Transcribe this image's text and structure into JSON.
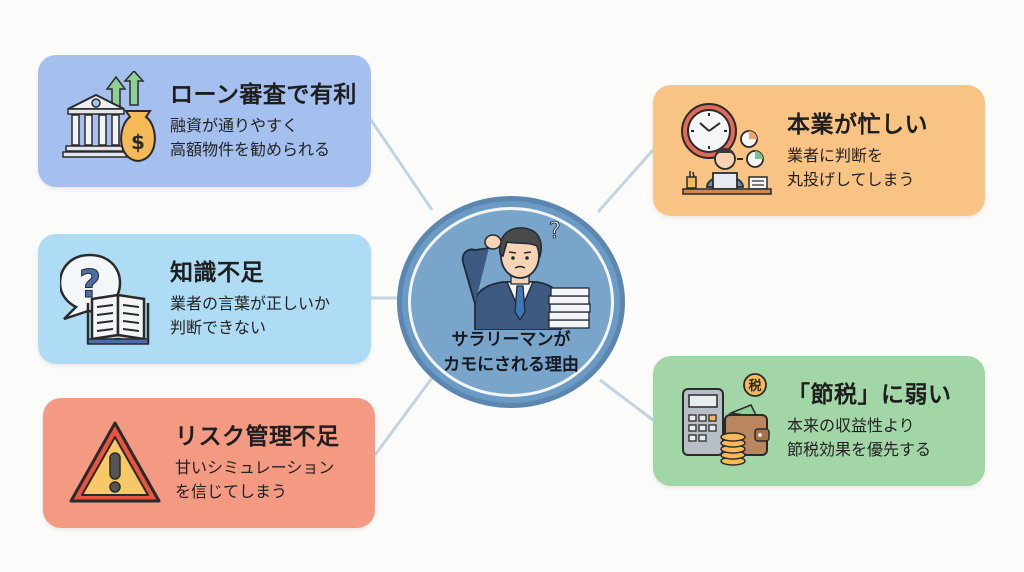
{
  "center": {
    "title_line1": "サラリーマンが",
    "title_line2": "カモにされる理由",
    "icon": "confused-businessman-icon"
  },
  "cards": [
    {
      "id": "loan",
      "title": "ローン審査で有利",
      "desc_line1": "融資が通りやすく",
      "desc_line2": "高額物件を勧められる",
      "icon": "bank-moneybag-icon",
      "color": "#a5c0ef"
    },
    {
      "id": "knowledge",
      "title": "知識不足",
      "desc_line1": "業者の言葉が正しいか",
      "desc_line2": "判断できない",
      "icon": "question-book-icon",
      "color": "#afdcf5"
    },
    {
      "id": "risk",
      "title": "リスク管理不足",
      "desc_line1": "甘いシミュレーション",
      "desc_line2": "を信じてしまう",
      "icon": "warning-triangle-icon",
      "color": "#f49a82"
    },
    {
      "id": "busy",
      "title": "本業が忙しい",
      "desc_line1": "業者に判断を",
      "desc_line2": "丸投げしてしまう",
      "icon": "clock-worker-icon",
      "color": "#f9c384"
    },
    {
      "id": "tax",
      "title": "「節税」に弱い",
      "desc_line1": "本来の収益性より",
      "desc_line2": "節税効果を優先する",
      "icon": "calculator-wallet-icon",
      "color": "#a2d6a7",
      "badge": "税"
    }
  ],
  "colors": {
    "connector": "#c3d3df",
    "center_fill": "#7aa5ca",
    "center_ring": "#5a86b0"
  }
}
